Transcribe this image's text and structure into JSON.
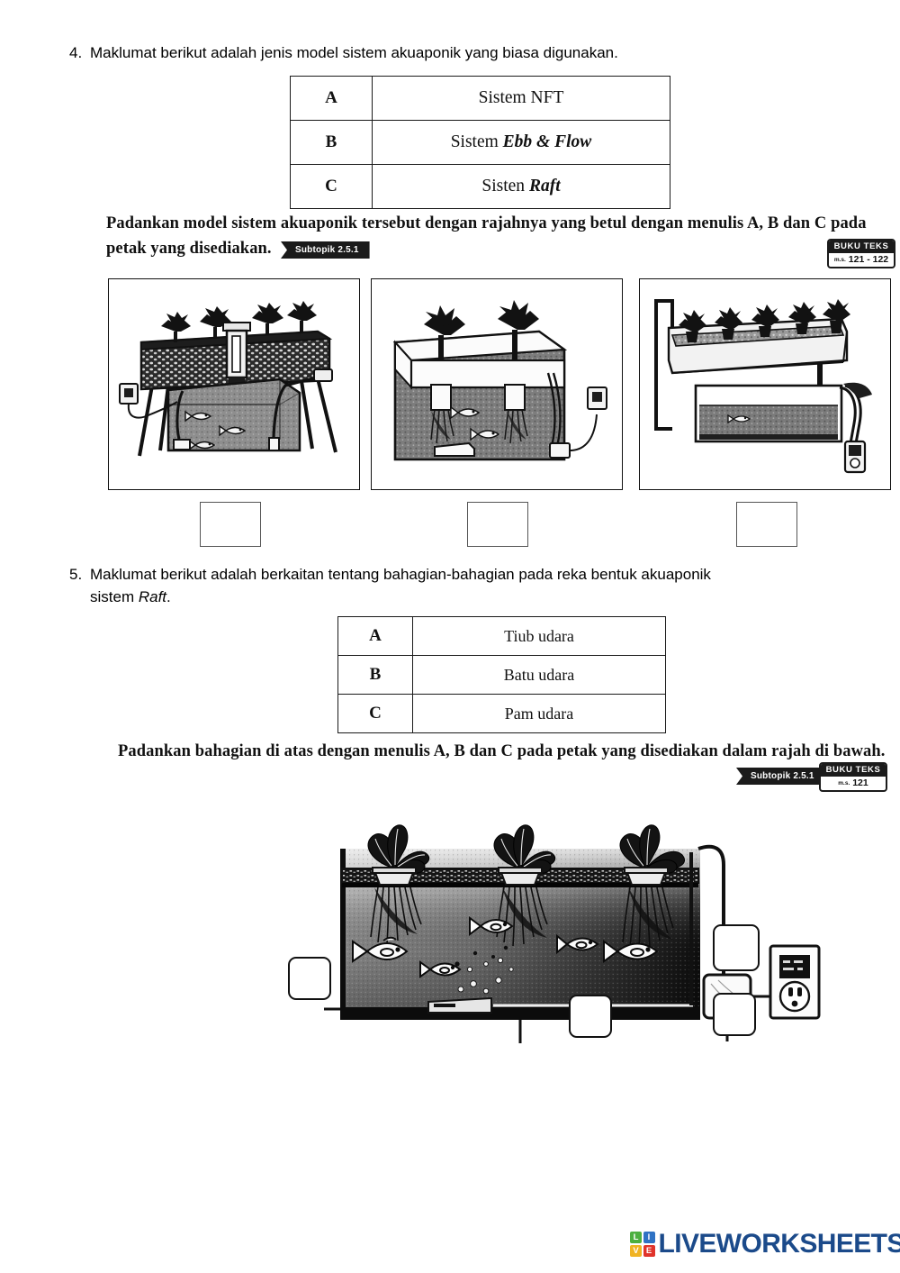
{
  "page": {
    "footer_brand": "LIVEWORKSHEETS",
    "brand_color": "#1b4a8a",
    "logo_tiles": [
      {
        "letter": "L",
        "color": "#4caf3f"
      },
      {
        "letter": "I",
        "color": "#2f72c4"
      },
      {
        "letter": "V",
        "color": "#f0b323"
      },
      {
        "letter": "E",
        "color": "#e0342b"
      }
    ]
  },
  "question4": {
    "number": "4.",
    "prompt": "Maklumat berikut adalah jenis model sistem akuaponik yang biasa digunakan.",
    "table": {
      "rows": [
        {
          "key": "A",
          "value_plain": "Sistem NFT",
          "value_pre": "Sistem ",
          "value_italic": "NFT",
          "all_plain": true
        },
        {
          "key": "B",
          "value_pre": "Sistem ",
          "value_italic": "Ebb & Flow"
        },
        {
          "key": "C",
          "value_pre": "Sisten ",
          "value_italic": "Raft"
        }
      ]
    },
    "instruction_line1": "Padankan model sistem akuaponik tersebut dengan rajahnya yang betul dengan menulis A, B dan C pada",
    "instruction_line2": "petak yang disediakan.",
    "subtopik_badge": "Subtopik 2.5.1",
    "buku_badge": {
      "title": "BUKU TEKS",
      "prefix": "m.s.",
      "pages": "121 - 122"
    },
    "panels": [
      {
        "caption_hidden": "ebb-and-flow-model"
      },
      {
        "caption_hidden": "raft-model"
      },
      {
        "caption_hidden": "nft-model"
      }
    ],
    "answer_boxes": [
      "",
      "",
      ""
    ]
  },
  "question5": {
    "number": "5.",
    "prompt_line1": "Maklumat berikut adalah berkaitan tentang bahagian-bahagian pada reka bentuk akuaponik",
    "prompt_line2_pre": "sistem ",
    "prompt_line2_italic": "Raft",
    "prompt_line2_post": ".",
    "table": {
      "rows": [
        {
          "key": "A",
          "value": "Tiub udara"
        },
        {
          "key": "B",
          "value": "Batu udara"
        },
        {
          "key": "C",
          "value": "Pam udara"
        }
      ]
    },
    "instruction": "Padankan bahagian di atas dengan menulis A, B dan C pada petak yang disediakan dalam rajah di bawah.",
    "subtopik_badge": "Subtopik 2.5.1",
    "buku_badge": {
      "title": "BUKU TEKS",
      "prefix": "m.s.",
      "pages": "121"
    },
    "diagram_label": "raft-system-aquaponic-tank",
    "answer_boxes": [
      "",
      "",
      "",
      ""
    ]
  }
}
